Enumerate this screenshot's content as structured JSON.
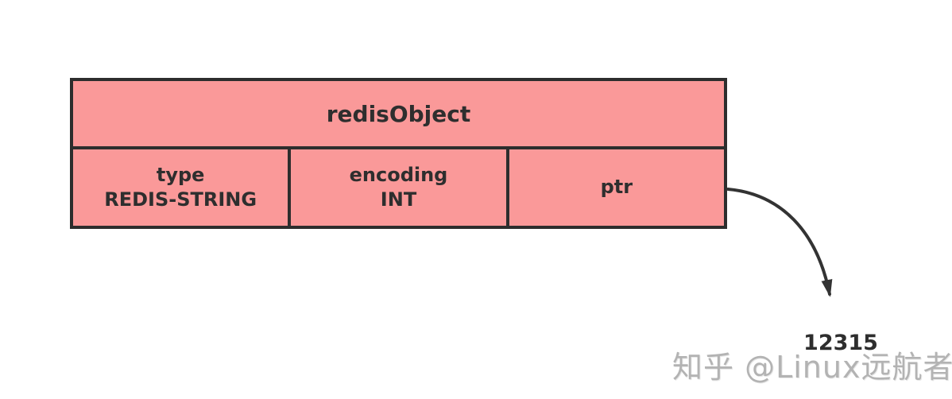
{
  "diagram": {
    "table": {
      "header": "redisObject",
      "cells": [
        {
          "label": "type",
          "value": "REDIS-STRING"
        },
        {
          "label": "encoding",
          "value": "INT"
        },
        {
          "label": "ptr",
          "value": ""
        }
      ]
    },
    "pointer": {
      "from": "ptr",
      "value": "12315"
    },
    "watermark": "知乎 @Linux远航者",
    "colors": {
      "cell_fill": "#fa9999",
      "border": "#2d2d2d",
      "text": "#2e2e2e",
      "arrow": "#333333",
      "watermark": "#b3b3b3",
      "background": "#ffffff"
    }
  }
}
